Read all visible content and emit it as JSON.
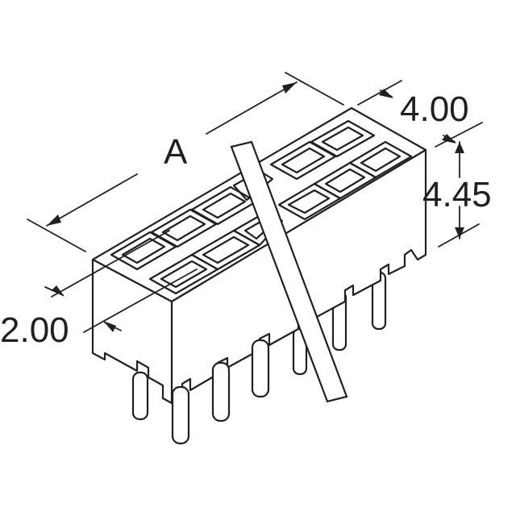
{
  "dimensions": {
    "length_label": "A",
    "pitch_label": "4.00",
    "height_label": "4.45",
    "row_pitch_label": "2.00"
  }
}
